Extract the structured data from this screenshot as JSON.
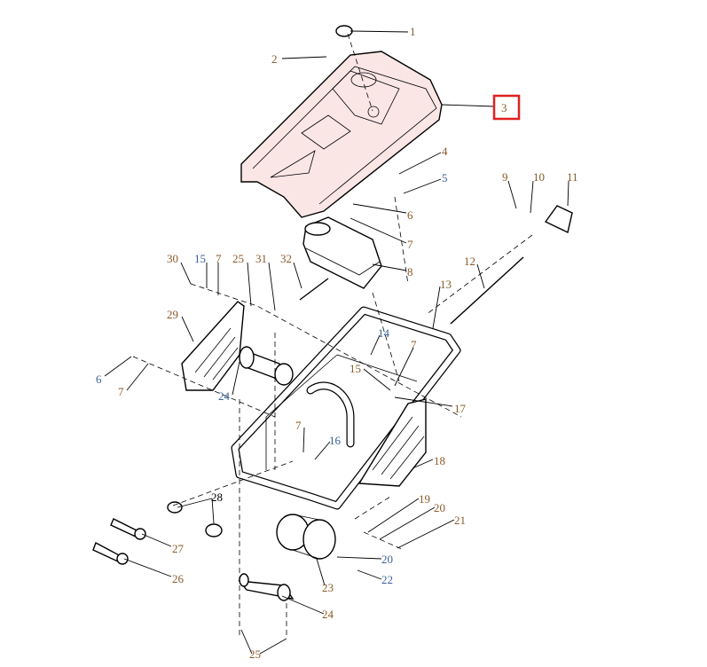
{
  "diagram": {
    "title": "Exploded parts view",
    "highlight_color": "#e02020",
    "highlighted_callout": "3",
    "callouts": [
      {
        "id": "c1",
        "text": "1"
      },
      {
        "id": "c2",
        "text": "2"
      },
      {
        "id": "c3",
        "text": "3"
      },
      {
        "id": "c4",
        "text": "4"
      },
      {
        "id": "c5",
        "text": "5"
      },
      {
        "id": "c6",
        "text": "6"
      },
      {
        "id": "c7",
        "text": "7"
      },
      {
        "id": "c8",
        "text": "8"
      },
      {
        "id": "c9",
        "text": "9"
      },
      {
        "id": "c10",
        "text": "10"
      },
      {
        "id": "c11",
        "text": "11"
      },
      {
        "id": "c12",
        "text": "12"
      },
      {
        "id": "c13",
        "text": "13"
      },
      {
        "id": "c30",
        "text": "30"
      },
      {
        "id": "c15a",
        "text": "15"
      },
      {
        "id": "c7b",
        "text": "7"
      },
      {
        "id": "c25a",
        "text": "25"
      },
      {
        "id": "c31",
        "text": "31"
      },
      {
        "id": "c32",
        "text": "32"
      },
      {
        "id": "c29",
        "text": "29"
      },
      {
        "id": "c6b",
        "text": "6"
      },
      {
        "id": "c7c",
        "text": "7"
      },
      {
        "id": "c24a",
        "text": "24"
      },
      {
        "id": "c14",
        "text": "14"
      },
      {
        "id": "c7d",
        "text": "7"
      },
      {
        "id": "c15b",
        "text": "15"
      },
      {
        "id": "c17",
        "text": "17"
      },
      {
        "id": "c7e",
        "text": "7"
      },
      {
        "id": "c16",
        "text": "16"
      },
      {
        "id": "c18",
        "text": "18"
      },
      {
        "id": "c28",
        "text": "28"
      },
      {
        "id": "c27",
        "text": "27"
      },
      {
        "id": "c26",
        "text": "26"
      },
      {
        "id": "c19",
        "text": "19"
      },
      {
        "id": "c20a",
        "text": "20"
      },
      {
        "id": "c21",
        "text": "21"
      },
      {
        "id": "c20b",
        "text": "20"
      },
      {
        "id": "c22",
        "text": "22"
      },
      {
        "id": "c23",
        "text": "23"
      },
      {
        "id": "c24b",
        "text": "24"
      },
      {
        "id": "c25b",
        "text": "25"
      }
    ]
  }
}
